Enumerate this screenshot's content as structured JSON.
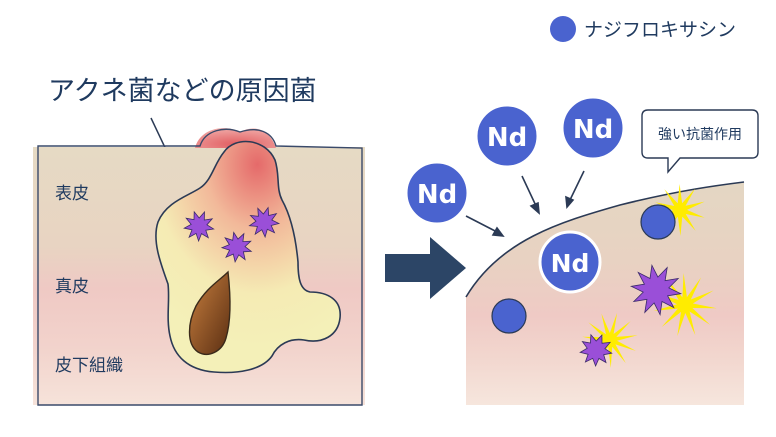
{
  "legend": {
    "label": "ナジフロキサシン",
    "color": "#4a63cf"
  },
  "callout_title": "アクネ菌などの原因菌",
  "layers": {
    "epidermis": "表皮",
    "dermis": "真皮",
    "subcutis": "皮下組織"
  },
  "drug_symbol": "Nd",
  "bubble_text": "強い抗菌作用",
  "colors": {
    "epidermis": "#e3d7c0",
    "dermis": "#f1cfc8",
    "subcutis": "#f6e4da",
    "lesion": "#f3ecb1",
    "inflamed": "#e56a6a",
    "bacteria": "#9a4fd8",
    "flash": "#ffec00",
    "arrow": "#2c4566",
    "outline": "#2b3a55"
  },
  "icons": {
    "bacteria": "spiky-bacteria-icon",
    "drug": "drug-particle-icon",
    "arrow": "right-arrow-icon"
  }
}
